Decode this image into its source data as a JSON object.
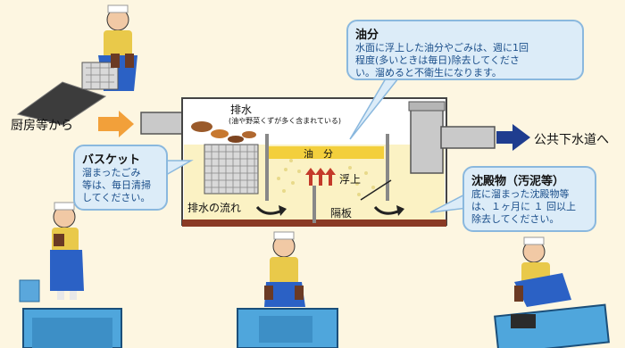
{
  "labels": {
    "from_kitchen": "厨房等から",
    "to_sewer": "公共下水道へ",
    "drain_water": "排水",
    "drain_note": "(油や野菜くずが多く含まれている)",
    "oil_layer": "油　分",
    "float_up": "浮上",
    "flow": "排水の流れ",
    "partition": "隔板"
  },
  "callouts": {
    "oil": {
      "title": "油分",
      "body": "水面に浮上した油分やごみは、週に1回程度(多いときは毎日)除去してください。溜めると不衛生になります。",
      "lines": [
        "水面に浮上した油分やごみは、週に1回",
        "程度(多いときは毎日)除去してくださ",
        "い。溜めると不衛生になります。"
      ]
    },
    "basket": {
      "title": "バスケット",
      "body": "溜まったごみ等は、毎日清掃してください。",
      "lines": [
        "溜まったごみ",
        "等は、毎日清掃",
        "してください。"
      ]
    },
    "sediment": {
      "title": "沈殿物（汚泥等）",
      "body": "底に溜まった沈殿物等は、１ヶ月に １ 回以上除去してください。",
      "lines": [
        "底に溜まった沈殿物等",
        "は、１ヶ月に １ 回以上",
        "除去してください。"
      ]
    }
  },
  "colors": {
    "bubble_fill": "#dcecf8",
    "bubble_border": "#8ab8de",
    "note_text": "#1a4e8a",
    "tank_water": "#fbf2c4",
    "oil_band": "#f3cf3c",
    "tank_floor": "#8a3a24",
    "arrow_in": "#f2a03a",
    "arrow_out": "#1f3d8f",
    "floor_blue": "#4fa6dc"
  },
  "icons": [
    "worker-figure",
    "incoming-arrow",
    "outgoing-arrow",
    "bubble-arrow",
    "flow-arrow",
    "trash-bucket"
  ]
}
